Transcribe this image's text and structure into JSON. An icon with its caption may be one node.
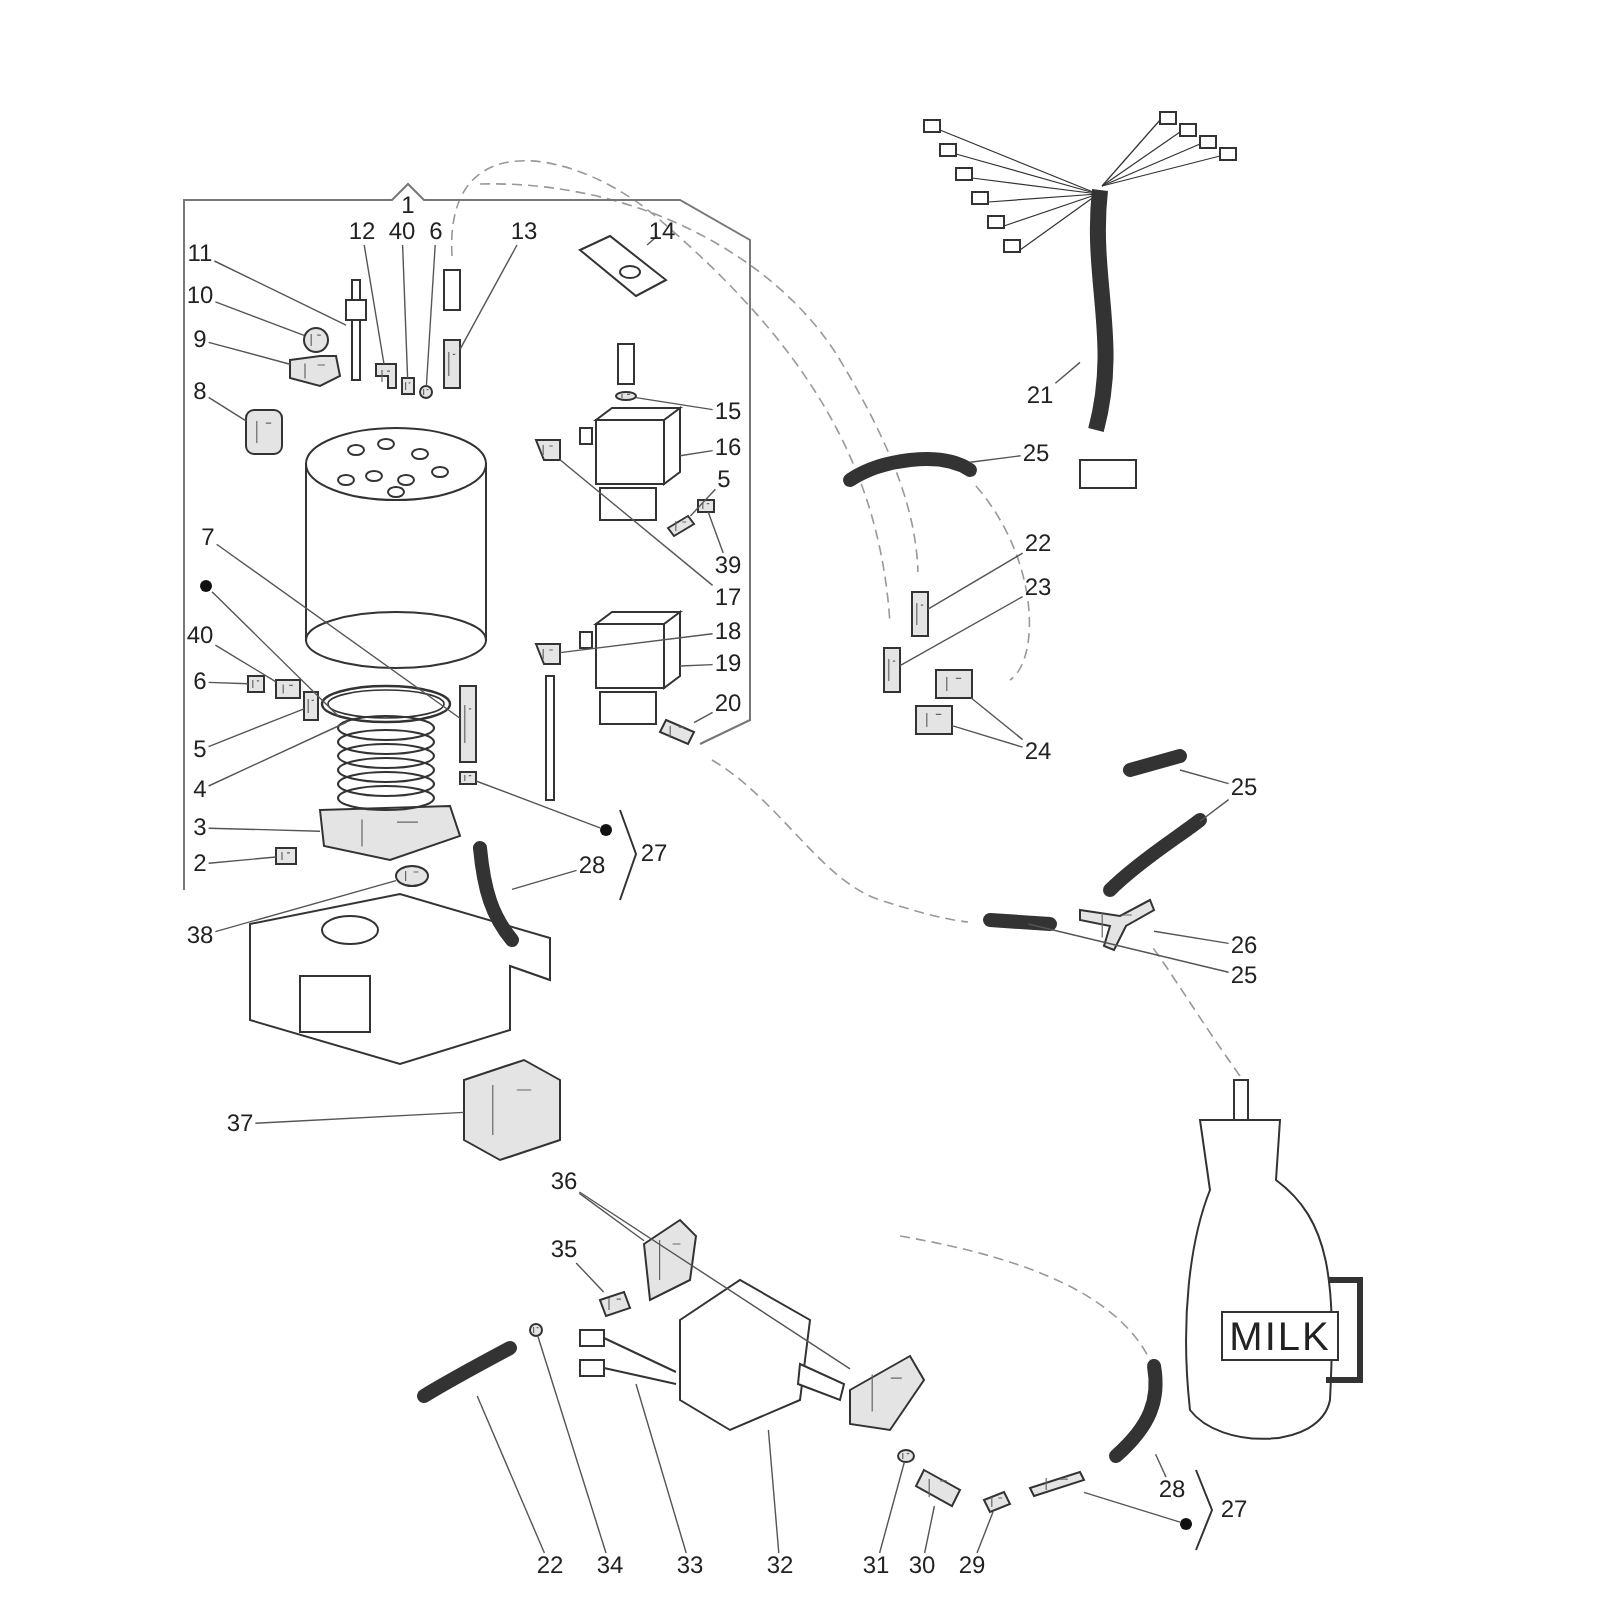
{
  "diagram": {
    "nodes": [
      {
        "text": [
          "11"
        ]
      },
      {
        "text": [
          "12"
        ]
      },
      {
        "text": [
          "40"
        ]
      },
      {
        "text": [
          "6"
        ]
      },
      {
        "text": [
          "13"
        ]
      },
      {
        "text": [
          "14"
        ]
      },
      {
        "text": [
          "10"
        ]
      },
      {
        "text": [
          "9"
        ]
      },
      {
        "text": [
          "8"
        ]
      },
      {
        "text": [
          "21"
        ]
      },
      {
        "text": [
          "15"
        ]
      },
      {
        "text": [
          "16"
        ]
      },
      {
        "text": [
          "25"
        ]
      },
      {
        "text": [
          "5"
        ]
      },
      {
        "text": [
          "7"
        ]
      },
      {
        "text": [
          "22"
        ]
      },
      {
        "text": [
          "39"
        ]
      },
      {
        "text": [
          "23"
        ]
      },
      {
        "text": [
          "17"
        ]
      },
      {
        "text": [
          "18"
        ]
      },
      {
        "text": [
          "40"
        ]
      },
      {
        "text": [
          "19"
        ]
      },
      {
        "text": [
          "6"
        ]
      },
      {
        "text": [
          "20"
        ]
      },
      {
        "text": [
          "5"
        ]
      },
      {
        "text": [
          "24"
        ]
      },
      {
        "text": [
          "25"
        ]
      },
      {
        "text": [
          "4"
        ]
      },
      {
        "text": [
          "3"
        ]
      },
      {
        "text": [
          "2"
        ]
      },
      {
        "text": [
          "28"
        ]
      },
      {
        "text": [
          "38"
        ]
      },
      {
        "text": [
          "26"
        ]
      },
      {
        "text": [
          "25"
        ]
      },
      {
        "text": [
          "37"
        ]
      },
      {
        "text": [
          "36"
        ]
      },
      {
        "text": [
          "35"
        ]
      },
      {
        "text": [
          "28"
        ]
      },
      {
        "text": [
          "22"
        ]
      },
      {
        "text": [
          "34"
        ]
      },
      {
        "text": [
          "33"
        ]
      },
      {
        "text": [
          "32"
        ]
      },
      {
        "text": [
          "31"
        ]
      },
      {
        "text": [
          "30"
        ]
      },
      {
        "text": [
          "29"
        ]
      },
      {
        "text": [
          "1"
        ]
      },
      {
        "text": [
          "27"
        ]
      },
      {
        "text": [
          "27"
        ]
      },
      {
        "text": [],
        "shape": "circle"
      },
      {
        "text": [],
        "shape": "circle"
      },
      {
        "text": [],
        "shape": "circle"
      },
      {
        "text": [
          "MILK"
        ]
      },
      {
        "text": [],
        "shape": "picture"
      },
      {
        "text": [],
        "shape": "picture"
      },
      {
        "text": [],
        "shape": "picture"
      },
      {
        "text": [],
        "shape": "picture"
      },
      {
        "text": [],
        "shape": "picture"
      },
      {
        "text": [],
        "shape": "picture"
      },
      {
        "text": [],
        "shape": "picture"
      },
      {
        "text": [],
        "shape": "picture"
      },
      {
        "text": [],
        "shape": "picture"
      },
      {
        "text": [],
        "shape": "picture"
      },
      {
        "text": [],
        "shape": "picture"
      },
      {
        "text": [],
        "shape": "picture"
      },
      {
        "text": [],
        "shape": "picture"
      },
      {
        "text": [],
        "shape": "picture"
      },
      {
        "text": [],
        "shape": "picture"
      },
      {
        "text": [],
        "shape": "picture"
      },
      {
        "text": [],
        "shape": "picture"
      },
      {
        "text": [],
        "shape": "picture"
      },
      {
        "text": [],
        "shape": "picture"
      },
      {
        "text": [],
        "shape": "picture"
      },
      {
        "text": [],
        "shape": "picture"
      },
      {
        "text": [],
        "shape": "picture"
      },
      {
        "text": [],
        "shape": "picture"
      },
      {
        "text": [],
        "shape": "picture"
      },
      {
        "text": [],
        "shape": "picture"
      },
      {
        "text": [],
        "shape": "picture"
      },
      {
        "text": [],
        "shape": "picture"
      },
      {
        "text": [],
        "shape": "picture"
      },
      {
        "text": [],
        "shape": "picture"
      },
      {
        "text": [],
        "shape": "picture"
      },
      {
        "text": [],
        "shape": "picture"
      },
      {
        "text": [],
        "shape": "picture"
      },
      {
        "text": [],
        "shape": "picture"
      },
      {
        "text": [],
        "shape": "picture"
      },
      {
        "text": [],
        "shape": "picture"
      },
      {
        "text": [],
        "shape": "picture"
      },
      {
        "text": [],
        "shape": "picture"
      },
      {
        "text": [],
        "shape": "picture"
      },
      {
        "text": [],
        "shape": "picture"
      },
      {
        "text": [],
        "shape": "picture"
      },
      {
        "text": [],
        "shape": "picture"
      },
      {
        "text": [],
        "shape": "picture"
      },
      {
        "text": [],
        "shape": "picture"
      },
      {
        "text": [],
        "shape": "picture"
      },
      {
        "text": [],
        "shape": "picture"
      },
      {
        "text": [],
        "shape": "picture"
      },
      {
        "text": [],
        "shape": "picture"
      },
      {
        "text": [],
        "shape": "picture"
      },
      {
        "text": [],
        "shape": "picture"
      },
      {
        "text": [],
        "shape": "picture"
      },
      {
        "text": [],
        "shape": "picture"
      }
    ],
    "edges": [
      {
        "from": 0,
        "to": 52,
        "arrow": "none"
      },
      {
        "from": 1,
        "to": 53,
        "arrow": "none"
      },
      {
        "from": 2,
        "to": 54,
        "arrow": "none"
      },
      {
        "from": 3,
        "to": 55,
        "arrow": "none"
      },
      {
        "from": 4,
        "to": 56,
        "arrow": "none"
      },
      {
        "from": 5,
        "to": 57,
        "arrow": "none"
      },
      {
        "from": 6,
        "to": 58,
        "arrow": "none"
      },
      {
        "from": 7,
        "to": 59,
        "arrow": "none"
      },
      {
        "from": 8,
        "to": 60,
        "arrow": "none"
      },
      {
        "from": 9,
        "to": 61,
        "arrow": "none"
      },
      {
        "from": 10,
        "to": 62,
        "arrow": "none"
      },
      {
        "from": 11,
        "to": 63,
        "arrow": "none"
      },
      {
        "from": 12,
        "to": 64,
        "arrow": "none"
      },
      {
        "from": 13,
        "to": 65,
        "arrow": "none"
      },
      {
        "from": 14,
        "to": 66,
        "arrow": "none"
      },
      {
        "from": 15,
        "to": 67,
        "arrow": "none"
      },
      {
        "from": 16,
        "to": 68,
        "arrow": "none"
      },
      {
        "from": 17,
        "to": 69,
        "arrow": "none"
      },
      {
        "from": 18,
        "to": 70,
        "arrow": "none"
      },
      {
        "from": 19,
        "to": 71,
        "arrow": "none"
      },
      {
        "from": 20,
        "to": 72,
        "arrow": "none"
      },
      {
        "from": 21,
        "to": 73,
        "arrow": "none"
      },
      {
        "from": 22,
        "to": 74,
        "arrow": "none"
      },
      {
        "from": 23,
        "to": 75,
        "arrow": "none"
      },
      {
        "from": 24,
        "to": 76,
        "arrow": "none"
      },
      {
        "from": 25,
        "to": 77,
        "arrow": "none"
      },
      {
        "from": 25,
        "to": 78,
        "arrow": "none"
      },
      {
        "from": 26,
        "to": 79,
        "arrow": "none"
      },
      {
        "from": 26,
        "to": 80,
        "arrow": "none"
      },
      {
        "from": 27,
        "to": 81,
        "arrow": "none"
      },
      {
        "from": 28,
        "to": 82,
        "arrow": "none"
      },
      {
        "from": 29,
        "to": 83,
        "arrow": "none"
      },
      {
        "from": 30,
        "to": 84,
        "arrow": "none"
      },
      {
        "from": 31,
        "to": 85,
        "arrow": "none"
      },
      {
        "from": 32,
        "to": 86,
        "arrow": "none"
      },
      {
        "from": 33,
        "to": 87,
        "arrow": "none"
      },
      {
        "from": 34,
        "to": 88,
        "arrow": "none"
      },
      {
        "from": 35,
        "to": 89,
        "arrow": "none"
      },
      {
        "from": 35,
        "to": 90,
        "arrow": "none"
      },
      {
        "from": 36,
        "to": 91,
        "arrow": "none"
      },
      {
        "from": 37,
        "to": 92,
        "arrow": "none"
      },
      {
        "from": 38,
        "to": 93,
        "arrow": "none"
      },
      {
        "from": 39,
        "to": 94,
        "arrow": "none"
      },
      {
        "from": 40,
        "to": 95,
        "arrow": "none"
      },
      {
        "from": 41,
        "to": 96,
        "arrow": "none"
      },
      {
        "from": 42,
        "to": 97,
        "arrow": "none"
      },
      {
        "from": 43,
        "to": 98,
        "arrow": "none"
      },
      {
        "from": 44,
        "to": 99,
        "arrow": "none"
      },
      {
        "from": 48,
        "to": 100,
        "arrow": "none"
      },
      {
        "from": 49,
        "to": 101,
        "arrow": "none"
      },
      {
        "from": 50,
        "to": 102,
        "arrow": "none"
      }
    ]
  }
}
